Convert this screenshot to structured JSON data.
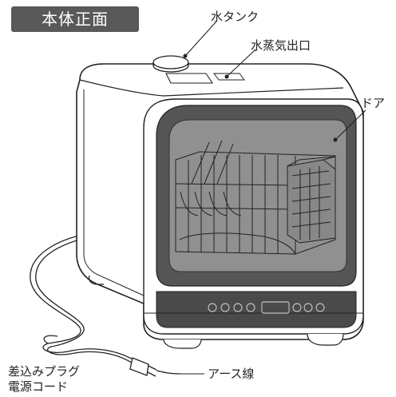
{
  "title": "本体正面",
  "labels": {
    "water_tank": "水タンク",
    "steam_outlet": "水蒸気出口",
    "door": "ドア",
    "earth_wire": "アース線",
    "plug_line1": "差込みプラグ",
    "plug_line2": "電源コード"
  },
  "colors": {
    "title_bg": "#595959",
    "title_text": "#ffffff",
    "window": "#909090",
    "lines": "#222222"
  }
}
